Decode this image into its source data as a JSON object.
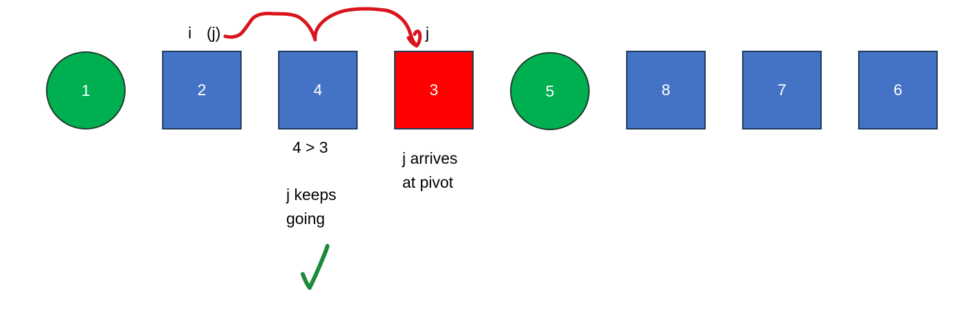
{
  "colors": {
    "square": "#4472c4",
    "circle": "#00b050",
    "highlight": "#ff0000",
    "arrow_ink": "#d9141c",
    "check_ink": "#1b8a3a"
  },
  "elements": [
    {
      "value": "1",
      "shape": "circle",
      "state": "pivot-placed"
    },
    {
      "value": "2",
      "shape": "square",
      "state": "normal"
    },
    {
      "value": "4",
      "shape": "square",
      "state": "normal"
    },
    {
      "value": "3",
      "shape": "square",
      "state": "highlighted"
    },
    {
      "value": "5",
      "shape": "circle",
      "state": "pivot-placed"
    },
    {
      "value": "8",
      "shape": "square",
      "state": "normal"
    },
    {
      "value": "7",
      "shape": "square",
      "state": "normal"
    },
    {
      "value": "6",
      "shape": "square",
      "state": "normal"
    }
  ],
  "pointers": {
    "i": "i",
    "j_previous": "(j)",
    "j": "j"
  },
  "annotations": {
    "comparison": "4 > 3",
    "keeps_line1": "j keeps",
    "keeps_line2": "going",
    "arrives_line1": "j arrives",
    "arrives_line2": "at pivot"
  },
  "icons": {
    "jump_arrow": "red-hand-drawn-jump-arrow",
    "check": "green-checkmark-icon"
  }
}
